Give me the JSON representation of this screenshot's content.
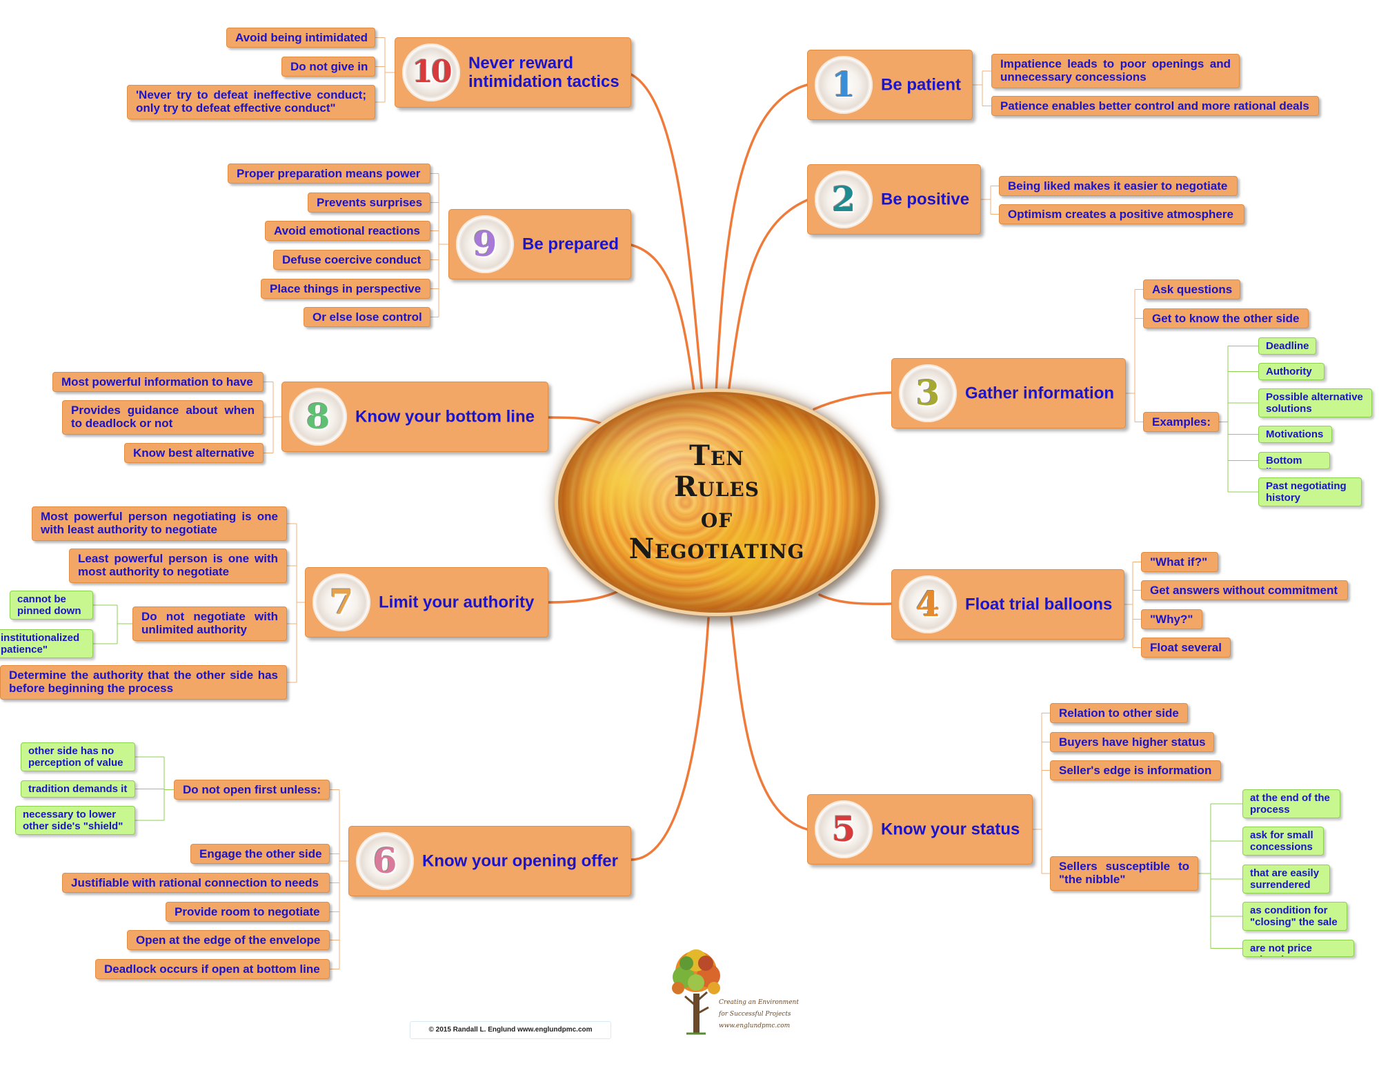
{
  "center": {
    "title_lines": [
      "Ten",
      "Rules",
      "of",
      "Negotiating"
    ]
  },
  "rules": [
    {
      "number": "1",
      "title": "Be patient",
      "number_color": "#3a8ed8",
      "subtopics": [
        "Impatience leads to poor openings and unnecessary concessions",
        "Patience enables better control and more rational deals"
      ]
    },
    {
      "number": "2",
      "title": "Be positive",
      "number_color": "#1f8a8f",
      "subtopics": [
        "Being liked makes it easier to negotiate",
        "Optimism creates a positive atmosphere"
      ]
    },
    {
      "number": "3",
      "title": "Gather information",
      "number_color": "#a6a832",
      "subtopics": [
        "Ask questions",
        "Get to know the other side",
        "Examples:"
      ],
      "examples": [
        "Deadline",
        "Authority",
        "Possible alternative solutions",
        "Motivations",
        "Bottom line",
        "Past negotiating history"
      ]
    },
    {
      "number": "4",
      "title": "Float trial balloons",
      "number_color": "#e68a2e",
      "subtopics": [
        "\"What if?\"",
        "Get answers without commitment",
        "\"Why?\"",
        "Float several"
      ]
    },
    {
      "number": "5",
      "title": "Know your status",
      "number_color": "#d83a3a",
      "subtopics": [
        "Relation to other side",
        "Buyers have higher status",
        "Seller's edge is information",
        "Sellers susceptible to \"the nibble\""
      ],
      "nibble": [
        "at the end of the process",
        "ask for small concessions",
        "that are easily surrendered",
        "as condition for \"closing\" the sale",
        "are not price related"
      ]
    },
    {
      "number": "6",
      "title": "Know your opening offer",
      "number_color": "#d87b9b",
      "subtopics": [
        "Do not open first unless:",
        "Engage the other side",
        "Justifiable with rational connection to needs",
        "Provide room to negotiate",
        "Open at the edge of the envelope",
        "Deadlock occurs if open at bottom line"
      ],
      "unless": [
        "other side has no perception of value",
        "tradition demands it",
        "necessary to lower other side's \"shield\""
      ]
    },
    {
      "number": "7",
      "title": "Limit your authority",
      "number_color": "#e6a24a",
      "subtopics": [
        "Most powerful person negotiating is one with least authority to negotiate",
        "Least powerful person is one with most authority to negotiate",
        "Do not negotiate with unlimited authority",
        "Determine the authority that the other side has before beginning the process"
      ],
      "unlimited": [
        "cannot be pinned down",
        "institutionalized\npatience\""
      ]
    },
    {
      "number": "8",
      "title": "Know your bottom line",
      "number_color": "#5fbf73",
      "subtopics": [
        "Most powerful information to have",
        "Provides guidance about when to deadlock or not",
        "Know best alternative"
      ]
    },
    {
      "number": "9",
      "title": "Be prepared",
      "number_color": "#a77ad8",
      "subtopics": [
        "Proper preparation means power",
        "Prevents surprises",
        "Avoid emotional reactions",
        "Defuse coercive conduct",
        "Place things in perspective",
        "Or else lose control"
      ]
    },
    {
      "number": "10",
      "title": "Never reward intimidation tactics",
      "number_color": "#d63a3a",
      "subtopics": [
        "Avoid being intimidated",
        "Do not give in",
        "'Never try to defeat ineffective conduct; only try to defeat effective conduct\""
      ]
    }
  ],
  "footer": {
    "copyright": "© 2015 Randall L. Englund  www.englundpmc.com",
    "tagline": [
      "Creating an Environment",
      "for Successful Projects",
      "www.englundpmc.com"
    ]
  },
  "colors": {
    "node_fill": "#f2a766",
    "node_border": "#e08c43",
    "leaf_fill": "#c8f78f",
    "text": "#1b14c9",
    "connector": "#ef7b3b"
  }
}
